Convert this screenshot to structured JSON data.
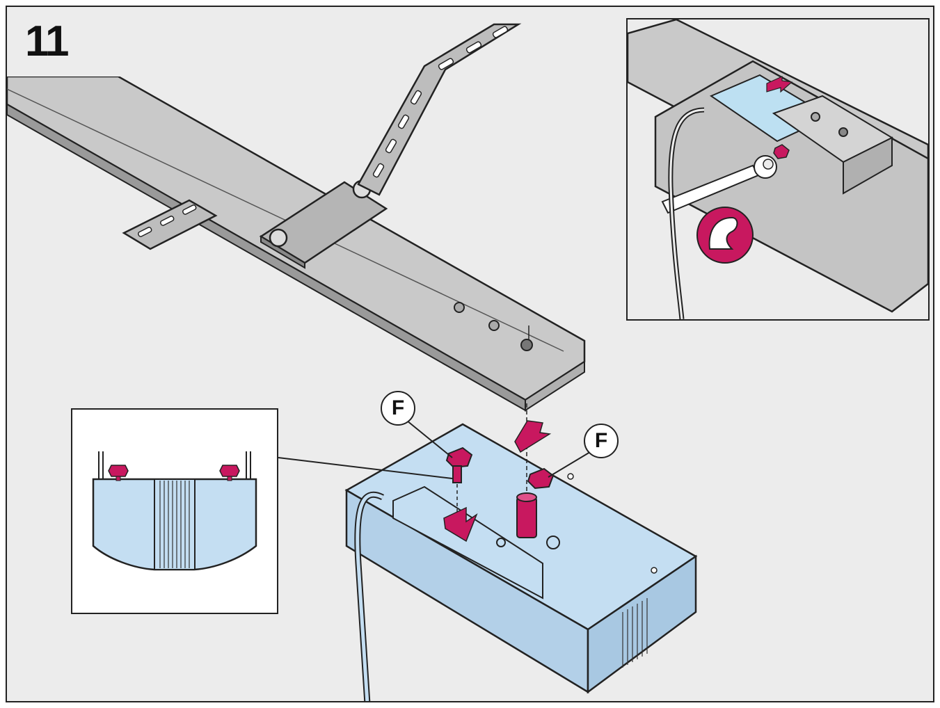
{
  "step": {
    "number": "11"
  },
  "callouts": {
    "fastener_left": "F",
    "fastener_right": "F"
  },
  "colors": {
    "background": "#ececec",
    "rail": "#c9c9c9",
    "rail_dark": "#9a9a9a",
    "motor_unit": "#c4def2",
    "accent": "#c8185f",
    "outline": "#222222"
  },
  "icons": {
    "arrow_up": "arrow-up-icon",
    "arrow_down": "arrow-down-icon",
    "strength_arm": "flexed-arm-icon",
    "wrench": "wrench-icon"
  }
}
